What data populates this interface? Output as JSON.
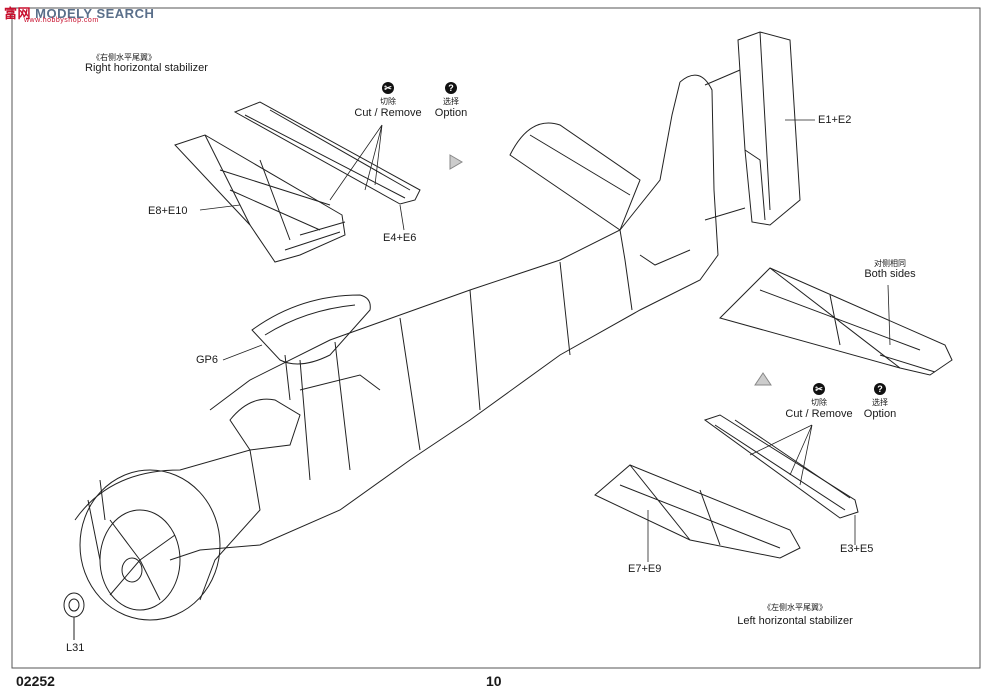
{
  "watermark": {
    "prefix": "富",
    "mid": "网",
    "brand": "MODELY SEARCH",
    "url": "www.hobbyshop.com"
  },
  "sections": {
    "right_stab": {
      "cn": "《右侧水平尾翼》",
      "en": "Right horizontal stabilizer"
    },
    "left_stab": {
      "cn": "《左侧水平尾翼》",
      "en": "Left horizontal stabilizer"
    }
  },
  "callouts": {
    "cut_top": {
      "cn": "切除",
      "en": "Cut / Remove"
    },
    "opt_top": {
      "cn": "选择",
      "en": "Option"
    },
    "cut_bottom": {
      "cn": "切除",
      "en": "Cut / Remove"
    },
    "opt_bottom": {
      "cn": "选择",
      "en": "Option"
    },
    "both_sides": {
      "cn": "对侧相同",
      "en": "Both sides"
    }
  },
  "parts": {
    "e8_e10": "E8+E10",
    "e4_e6": "E4+E6",
    "e1_e2": "E1+E2",
    "gp6": "GP6",
    "e7_e9": "E7+E9",
    "e3_e5": "E3+E5",
    "l31": "L31"
  },
  "footer": {
    "kit_no": "02252",
    "page": "10"
  }
}
